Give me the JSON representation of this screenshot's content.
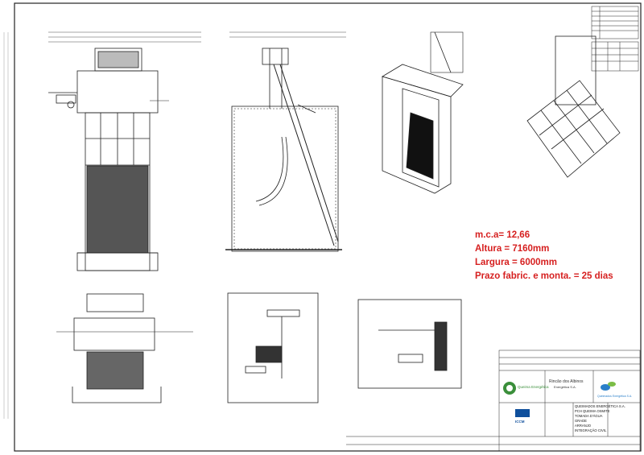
{
  "specs": {
    "mca": "m.c.a= 12,66",
    "altura": "Altura = 7160mm",
    "largura": "Largura = 6000mm",
    "prazo": "Prazo fabric. e monta. = 25 dias"
  },
  "title_block": {
    "company": "QUEIMADOS ENERGÉTICA S.A.",
    "project": "PCH QUEIMA OSMITE",
    "line3": "TOMADA D'ÁGUA",
    "line4": "GRADE",
    "line5": "ARRANJO",
    "line6": "INTEGRAÇÃO CIVIL"
  },
  "logos": {
    "logo1": "Queima Energética",
    "logo2": "Rincão dos Albinos",
    "logo2_sub": "Energética S.A.",
    "logo3": "Queimados Energética S.A.",
    "logo4": "ICCM"
  },
  "colors": {
    "line": "#222222",
    "spec_text": "#d62020"
  }
}
